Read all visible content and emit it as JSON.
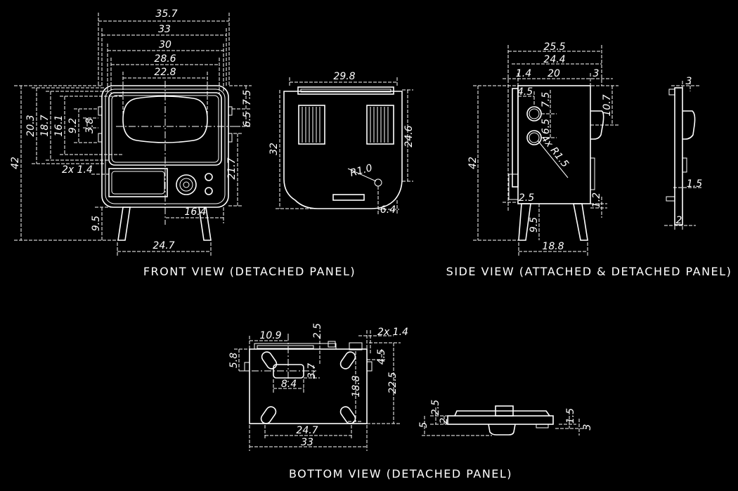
{
  "colors": {
    "background": "#000000",
    "lines": "#ffffff"
  },
  "front_view": {
    "title": "FRONT VIEW (DETACHED PANEL)",
    "dims": {
      "w35_7": "35.7",
      "w33": "33",
      "w30": "30",
      "w28_6": "28.6",
      "w22_8": "22.8",
      "h42": "42",
      "h20_3": "20.3",
      "h18_7": "18.7",
      "h16_1": "16.1",
      "h9_2": "9.2",
      "h3_8": "3.8",
      "t2x1_4": "2x 1.4",
      "h9_5": "9.5",
      "w24_7": "24.7",
      "w16_4": "16.4",
      "h21_7": "21.7",
      "h7_5": "7.5",
      "h6_5": "6.5"
    }
  },
  "back_view": {
    "dims": {
      "w29_8": "29.8",
      "h32": "32",
      "h24_6": "24.6",
      "r1_0": "R1.0",
      "w6_4": "6.4"
    }
  },
  "side_view": {
    "title": "SIDE VIEW (ATTACHED & DETACHED PANEL)",
    "dims": {
      "w25_5": "25.5",
      "w24_4": "24.4",
      "w1_4": "1.4",
      "w20": "20",
      "w3": "3",
      "h42": "42",
      "w4_5": "4.5",
      "h7_5": "7.5",
      "h6_5": "6.5",
      "h10_7": "10.7",
      "r4x1_5": "4x R1.5",
      "w2_5": "2.5",
      "h1_2": "1.2",
      "h9_5": "9.5",
      "w18_8": "18.8",
      "panel_w3": "3",
      "panel_1_5": "1.5",
      "panel_w2": "2"
    }
  },
  "bottom_view": {
    "title": "BOTTOM VIEW (DETACHED PANEL)",
    "dims": {
      "w10_9": "10.9",
      "h2_5": "2.5",
      "t2x1_4": "2x 1.4",
      "h5_8": "5.8",
      "h3_7": "3.7",
      "h4_5": "4.5",
      "w8_4": "8.4",
      "h18_8": "18.8",
      "h22_5": "22.5",
      "w24_7": "24.7",
      "w33": "33",
      "s2_5": "2.5",
      "s5": "5",
      "s2": "2",
      "s1_5": "1.5",
      "s3": "3"
    }
  }
}
